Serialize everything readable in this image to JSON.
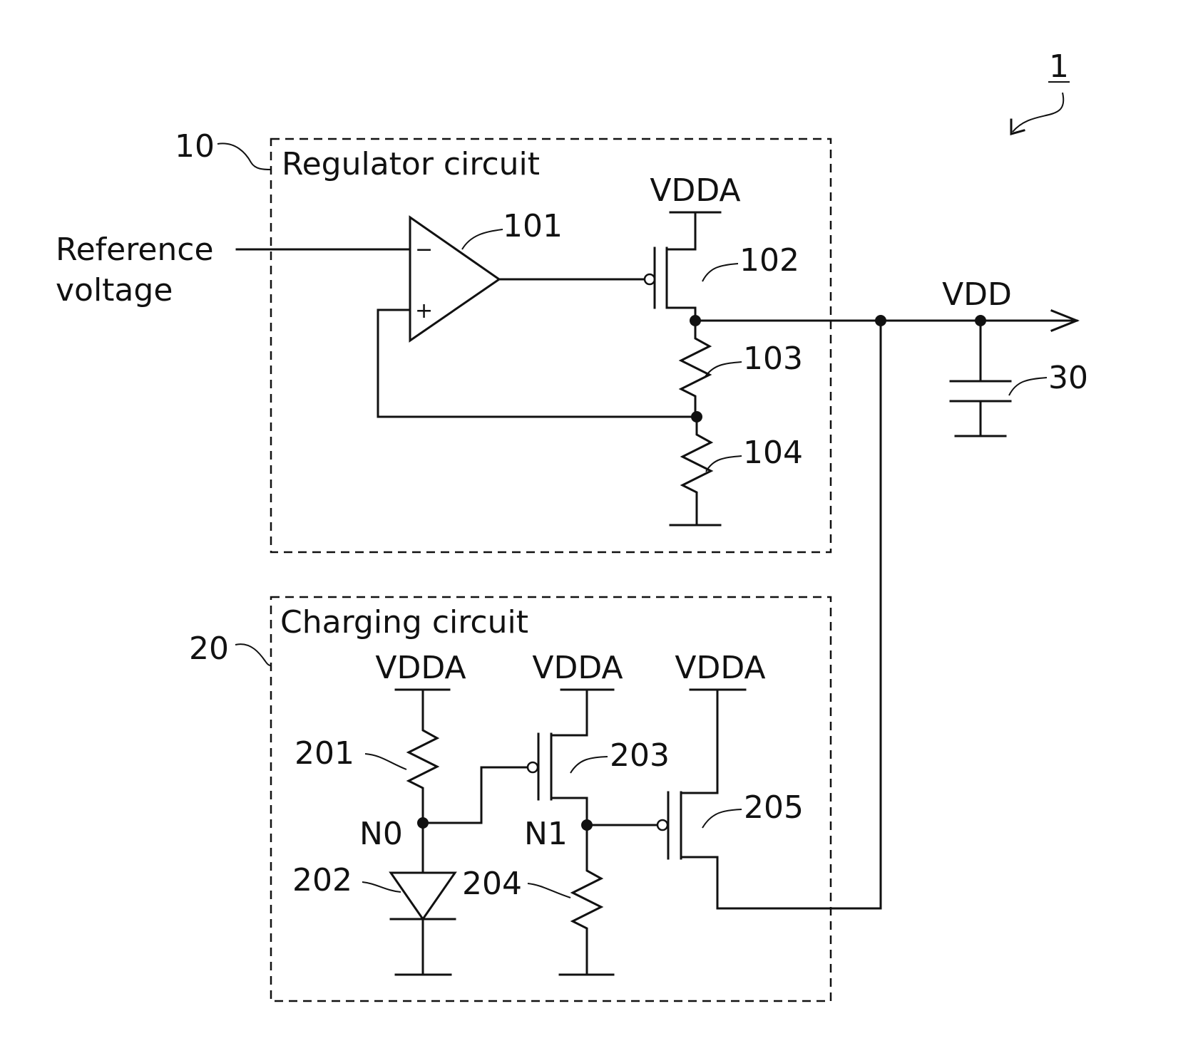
{
  "figure_ref": "1",
  "regulator": {
    "ref": "10",
    "title": "Regulator circuit"
  },
  "charging": {
    "ref": "20",
    "title": "Charging circuit"
  },
  "input_label": [
    "Reference",
    "voltage"
  ],
  "output_label": "VDD",
  "supply_label": "VDDA",
  "opamp": {
    "ref": "101",
    "minus": "−",
    "plus": "+"
  },
  "refs": {
    "r102": "102",
    "r103": "103",
    "r104": "104",
    "r30": "30",
    "r201": "201",
    "r202": "202",
    "r203": "203",
    "r204": "204",
    "r205": "205"
  },
  "nodes": {
    "n0": "N0",
    "n1": "N1"
  }
}
